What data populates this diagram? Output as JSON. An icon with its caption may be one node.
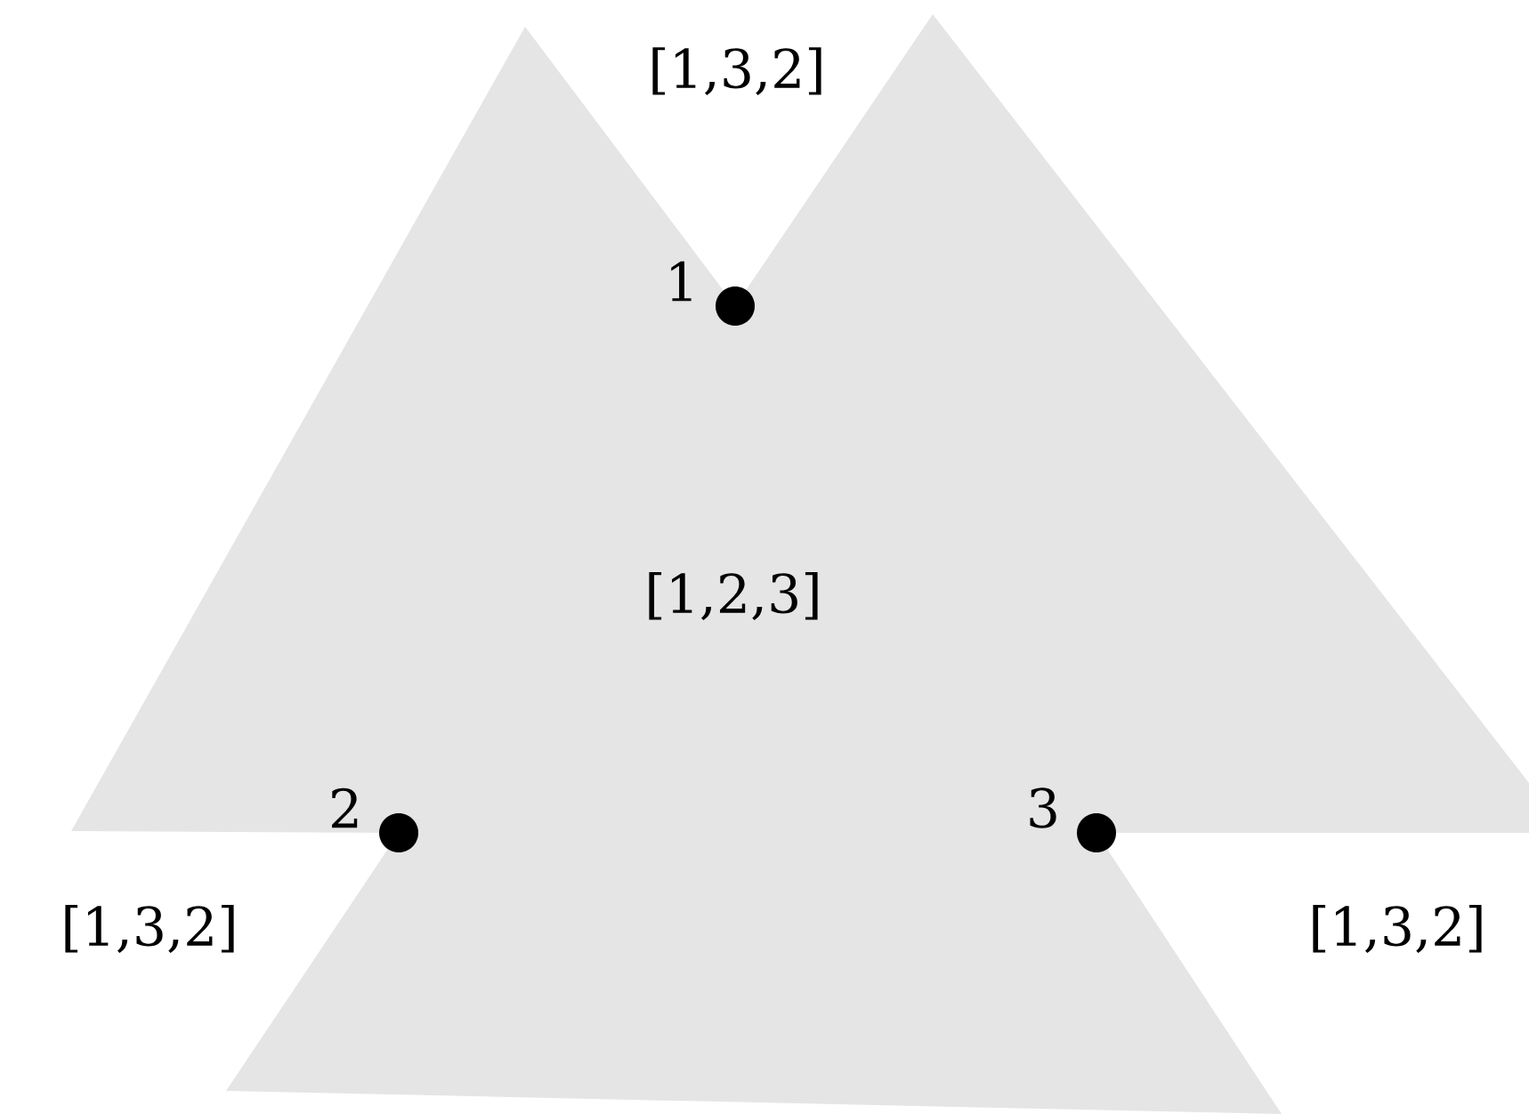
{
  "diagram": {
    "nodes": [
      {
        "text": [
          "[1,2,3]"
        ]
      },
      {
        "text": [],
        "shape": "circle",
        "beside": [
          "1"
        ],
        "in": 0
      },
      {
        "text": [],
        "shape": "circle",
        "beside": [
          "2"
        ],
        "in": 0
      },
      {
        "text": [],
        "shape": "circle",
        "beside": [
          "3"
        ],
        "in": 0
      }
    ],
    "labels": [
      "[1,3,2]",
      "[1,3,2]",
      "[1,3,2]"
    ]
  }
}
